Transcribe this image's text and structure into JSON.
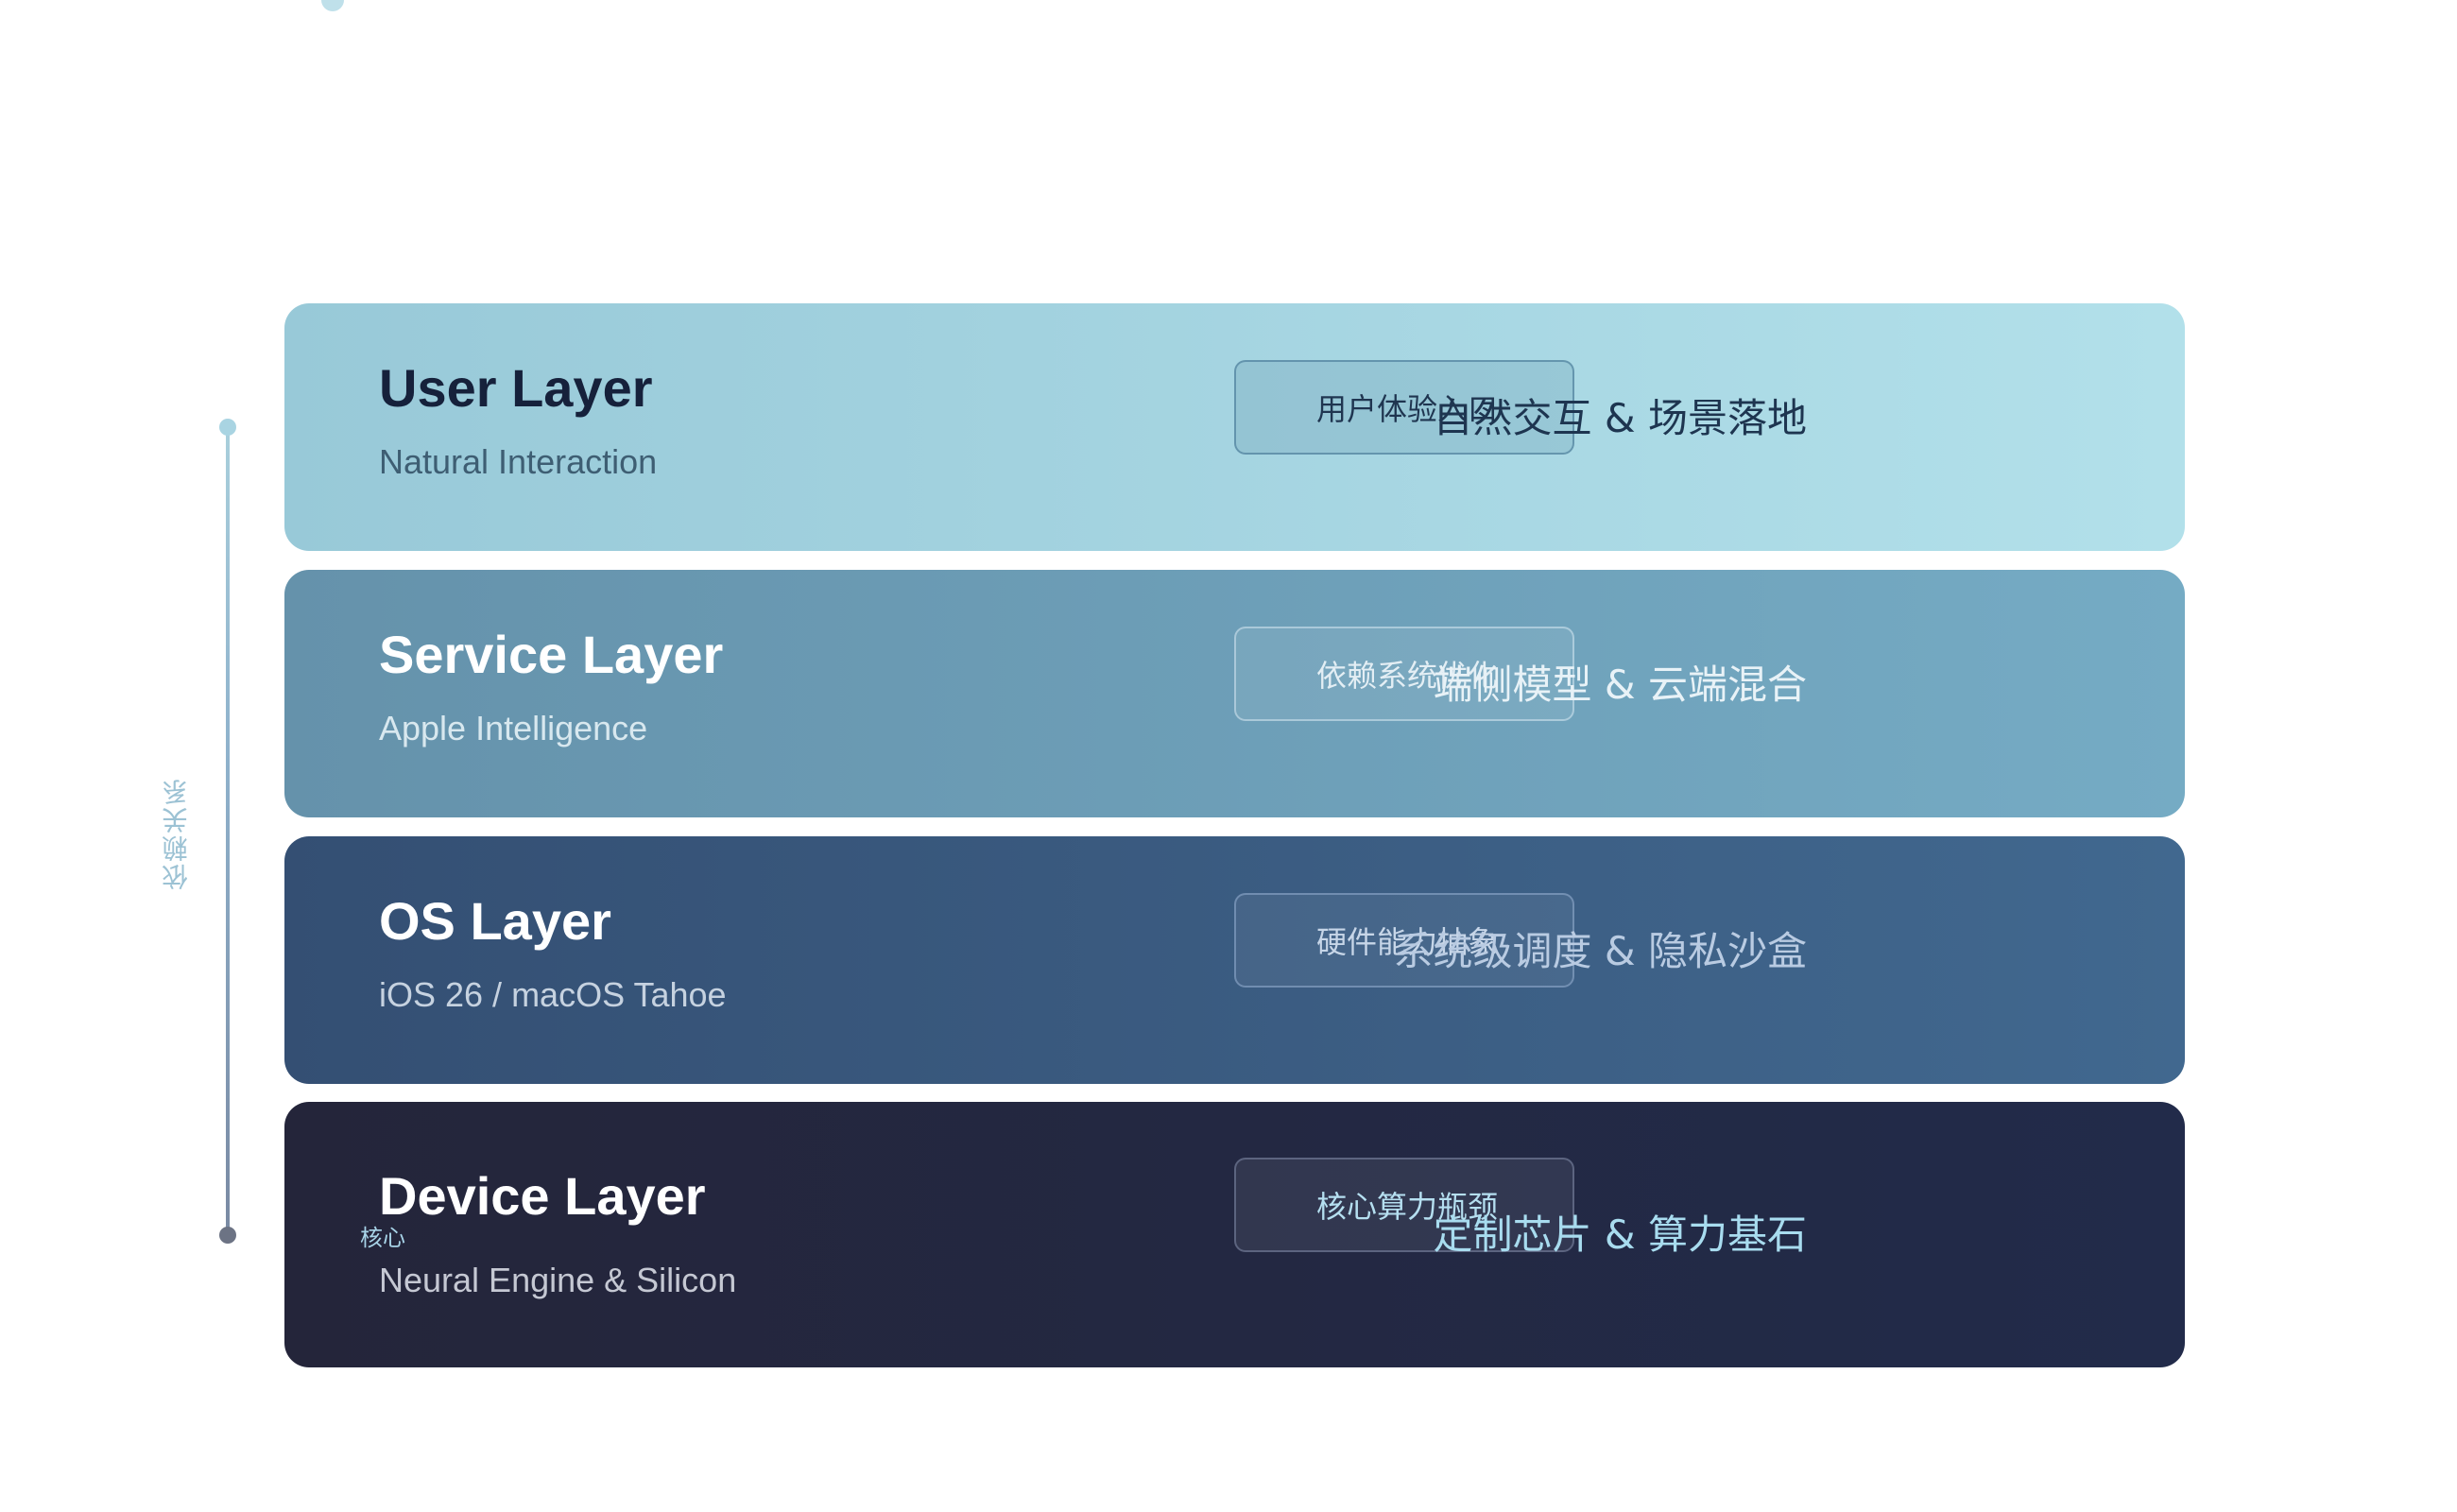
{
  "axis": {
    "label": "依赖关系",
    "core_label": "核心"
  },
  "layers": [
    {
      "title": "User Layer",
      "subtitle": "Natural Interaction",
      "tag": "用户体验入口",
      "description": "自然交互 & 场景落地",
      "color": "#a5d3e0"
    },
    {
      "title": "Service Layer",
      "subtitle": "Apple Intelligence",
      "tag": "依赖系统优化",
      "description": "端侧模型 & 云端混合",
      "color": "#6d9db7"
    },
    {
      "title": "OS Layer",
      "subtitle": "iOS 26 / macOS Tahoe",
      "tag": "硬件能力抽象",
      "description": "系统级调度 & 隐私沙盒",
      "color": "#3b5b80"
    },
    {
      "title": "Device Layer",
      "subtitle": "Neural Engine & Silicon",
      "tag": "核心算力瓶颈",
      "description": "定制芯片 & 算力基石",
      "color": "#232842"
    }
  ]
}
